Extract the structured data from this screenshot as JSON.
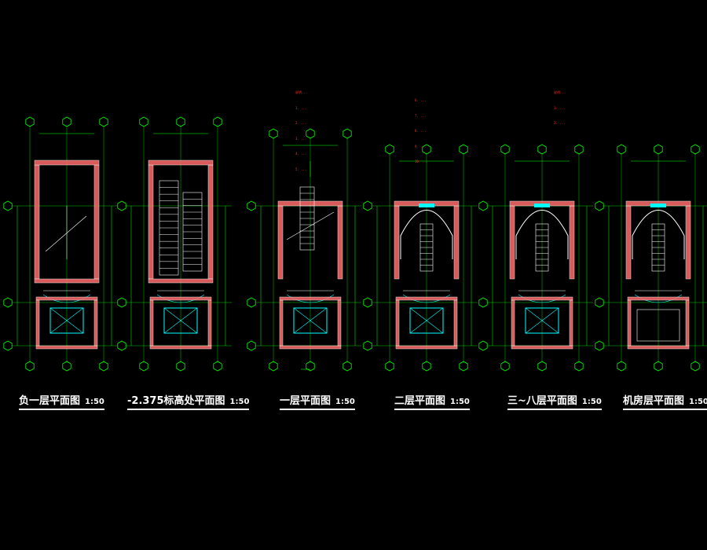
{
  "drawing": {
    "colors": {
      "background": "#000000",
      "wall": "#ffffff",
      "wall_hatch": "#ff6a6a",
      "grid": "#00ff00",
      "stair": "#ffffff",
      "dimension": "#00ff00",
      "elevator": "#00ffff",
      "notes": "#ff2a2a"
    },
    "plans": [
      {
        "id": "b1",
        "title": "负一层平面图",
        "scale": "1:50"
      },
      {
        "id": "m2375",
        "title": "-2.375标高处平面图",
        "scale": "1:50"
      },
      {
        "id": "f1",
        "title": "一层平面图",
        "scale": "1:50"
      },
      {
        "id": "f2",
        "title": "二层平面图",
        "scale": "1:50"
      },
      {
        "id": "f3-8",
        "title": "三~八层平面图",
        "scale": "1:50"
      },
      {
        "id": "machine",
        "title": "机房层平面图",
        "scale": "1:50"
      }
    ],
    "notes": {
      "block1": [
        "说明...",
        "1. ...",
        "2. ...",
        "3. ...",
        "4. ...",
        "5. ..."
      ],
      "block2": [
        "6. ...",
        "7. ...",
        "8. ...",
        "9. ...",
        "10. ..."
      ],
      "block3": [
        "说明...",
        "1. ...",
        "2. ..."
      ]
    }
  }
}
